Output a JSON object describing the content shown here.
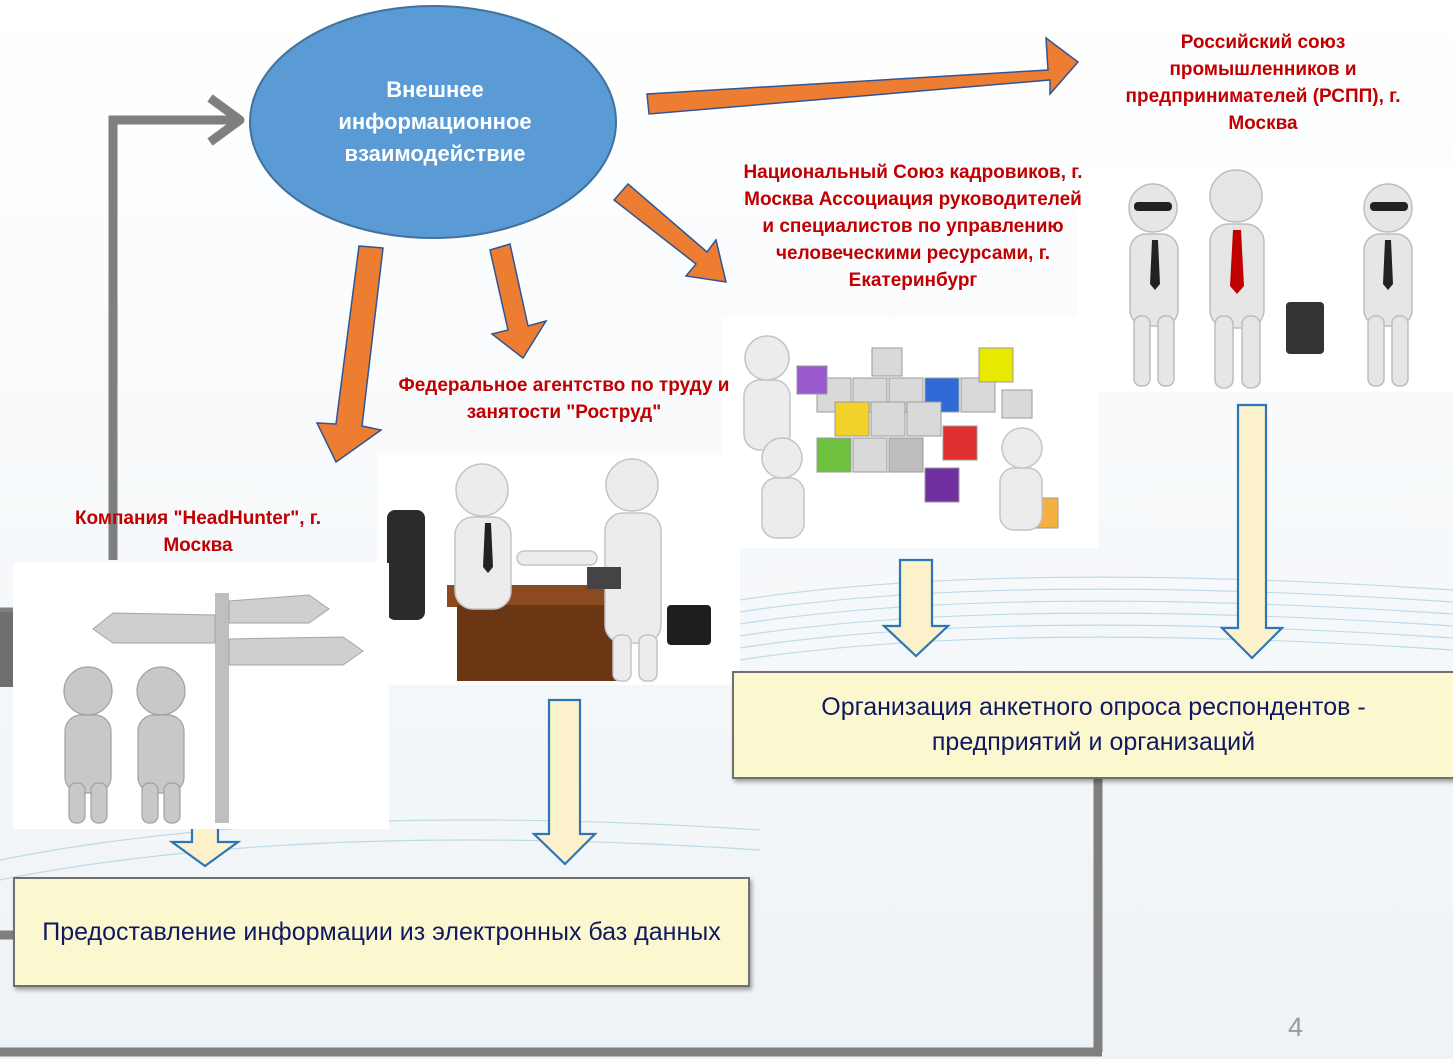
{
  "center": {
    "text": "Внешнее информационное взаимодействие"
  },
  "orgs": {
    "rspp": "Российский союз промышленников и предпринимателей  (РСПП), г. Москва",
    "hr_union": "Национальный Союз кадровиков, г. Москва Ассоциация руководителей и специалистов по управлению человеческими ресурсами, г. Екатеринбург",
    "rostrud": "Федеральное агентство по труду и занятости \"Роструд\"",
    "headhunter": "Компания \"HeadHunter\", г. Москва"
  },
  "results": {
    "survey": "Организация анкетного опроса респондентов - предприятий и организаций",
    "databases": "Предоставление информации из электронных баз данных"
  },
  "page_number": "4",
  "colors": {
    "ellipse_fill": "#5b9bd5",
    "orange_arrow": "#ed7d31",
    "org_text": "#c00000",
    "result_box_fill": "#fbf8d0",
    "result_text": "#101860",
    "connector_gray": "#7f7f7f"
  }
}
